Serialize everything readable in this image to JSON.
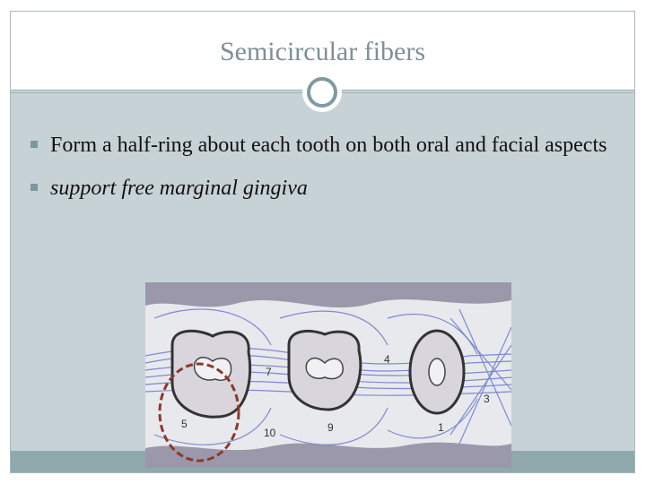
{
  "slide": {
    "title": "Semicircular fibers",
    "bullets": [
      "Form a half-ring about each tooth on both oral and facial aspects",
      "support  free marginal gingiva"
    ]
  },
  "figure": {
    "labels": [
      "7",
      "4",
      "3",
      "5",
      "10",
      "9",
      "1"
    ],
    "highlight_color": "#8b3a2b",
    "fiber_color": "#7d8ad2",
    "gingiva_color": "#9a98aa"
  }
}
